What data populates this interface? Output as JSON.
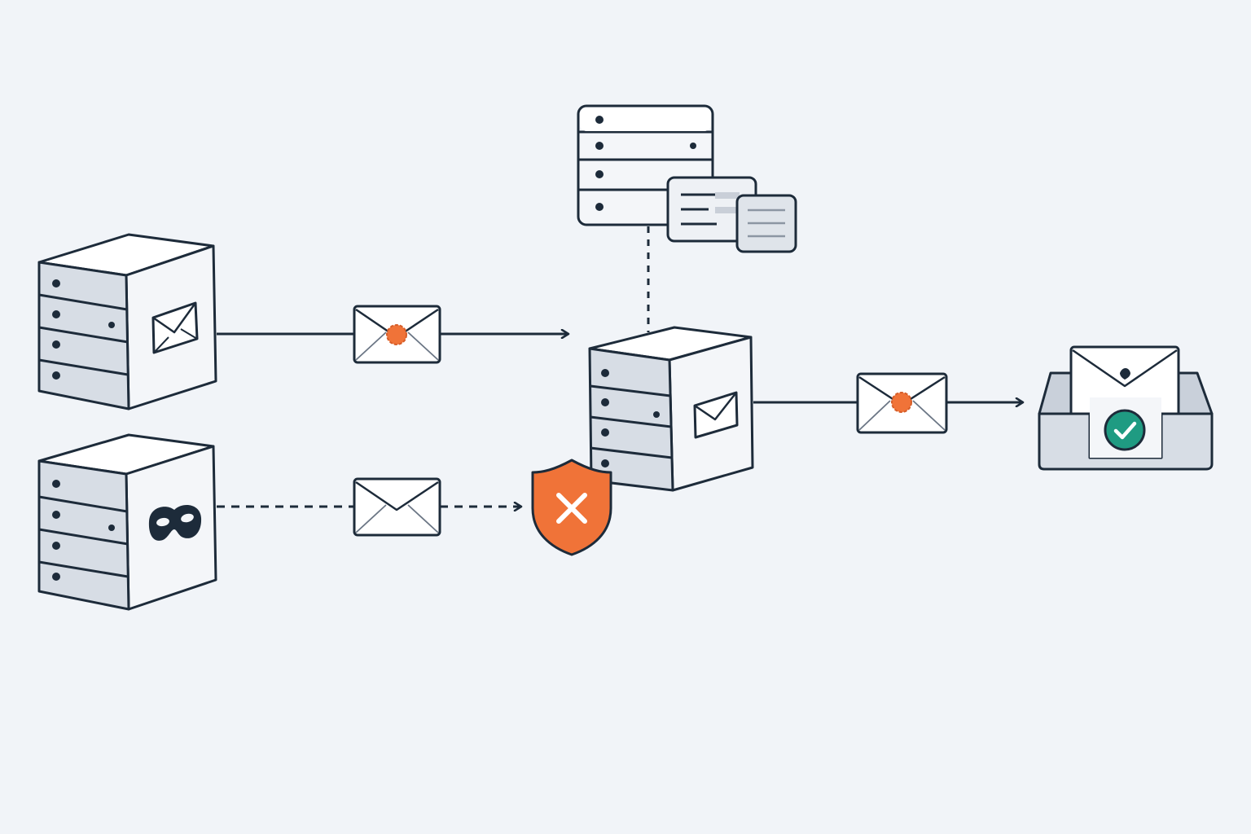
{
  "colors": {
    "background": "#f1f4f8",
    "outline": "#1d2b3a",
    "box_front": "#d7dde5",
    "box_side": "#f4f6f9",
    "box_top": "#ffffff",
    "accent_orange": "#f07338",
    "accent_green": "#1f9b82",
    "envelope": "#ffffff"
  },
  "nodes": {
    "legit_sender": {
      "icon": "envelope-icon"
    },
    "spoofed_sender": {
      "icon": "mask-icon"
    },
    "receiving_server": {
      "icon": "envelope-icon"
    },
    "dns_records": {
      "icon": "server-rack-icon"
    },
    "inbox": {
      "icon": "inbox-tray-icon",
      "status_icon": "check-icon"
    },
    "reject_shield": {
      "icon": "shield-x-icon"
    }
  },
  "flows": [
    {
      "from": "legit_sender",
      "to": "receiving_server",
      "style": "solid",
      "message": "sealed-envelope-icon"
    },
    {
      "from": "spoofed_sender",
      "to": "reject_shield",
      "style": "dashed",
      "message": "envelope-icon"
    },
    {
      "from": "dns_records",
      "to": "receiving_server",
      "style": "dotted"
    },
    {
      "from": "receiving_server",
      "to": "inbox",
      "style": "solid",
      "message": "sealed-envelope-icon"
    }
  ]
}
